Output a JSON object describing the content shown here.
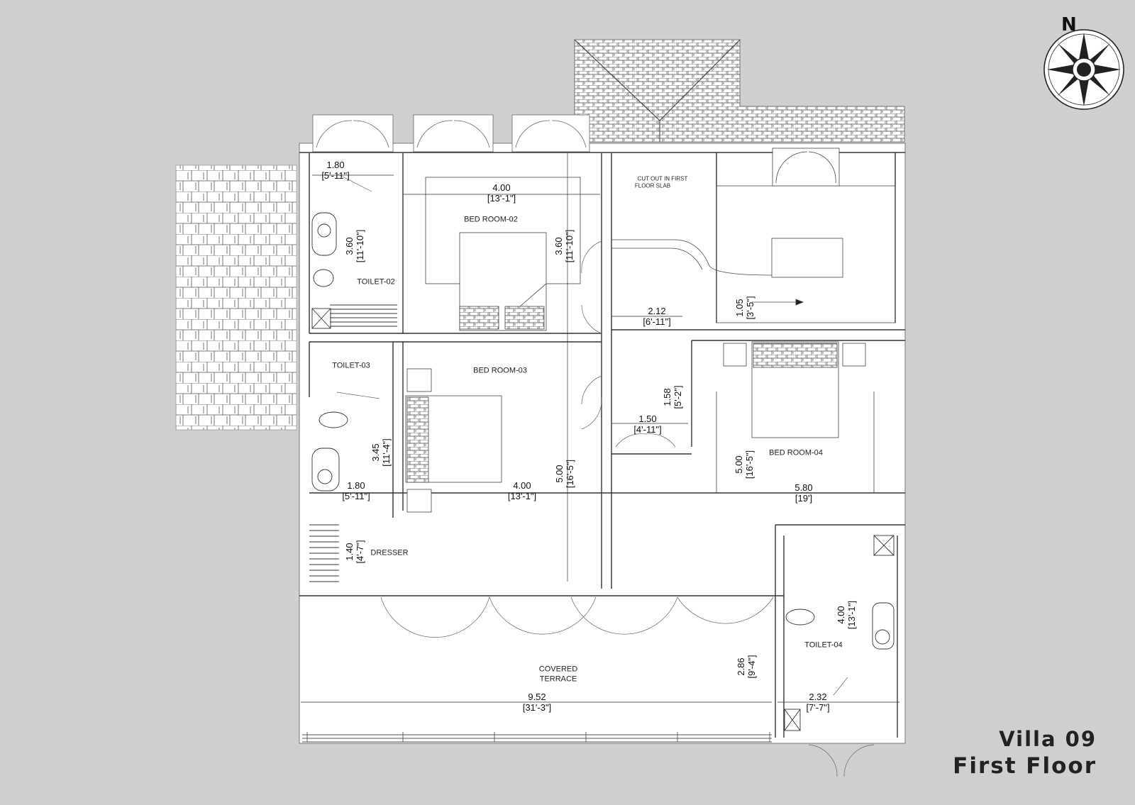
{
  "title": {
    "line1": "Villa 09",
    "line2": "First Floor"
  },
  "compass": {
    "north": "N"
  },
  "rooms": {
    "bed2": "BED ROOM-02",
    "bed3": "BED ROOM-03",
    "bed4": "BED ROOM-04",
    "toilet2": "TOILET-02",
    "toilet3": "TOILET-03",
    "toilet4": "TOILET-04",
    "dresser": "DRESSER",
    "terrace1": "COVERED",
    "terrace2": "TERRACE",
    "cutout1": "CUT OUT IN FIRST",
    "cutout2": "FLOOR SLAB"
  },
  "dims": {
    "t2_w": {
      "m": "1.80",
      "ft": "[5'-11\"]"
    },
    "t2_h": {
      "m": "3.60",
      "ft": "[11'-10\"]"
    },
    "b2_w": {
      "m": "4.00",
      "ft": "[13'-1\"]"
    },
    "b2_h": {
      "m": "3.60",
      "ft": "[11'-10\"]"
    },
    "lobby_w": {
      "m": "2.12",
      "ft": "[6'-11\"]"
    },
    "stair_h": {
      "m": "1.05",
      "ft": "[3'-5\"]"
    },
    "pass_h": {
      "m": "1.58",
      "ft": "[5'-2\"]"
    },
    "pass_w": {
      "m": "1.50",
      "ft": "[4'-11\"]"
    },
    "t3_h": {
      "m": "3.45",
      "ft": "[11'-4\"]"
    },
    "t3_w": {
      "m": "1.80",
      "ft": "[5'-11\"]"
    },
    "b3_w": {
      "m": "4.00",
      "ft": "[13'-1\"]"
    },
    "b3_h": {
      "m": "5.00",
      "ft": "[16'-5\"]"
    },
    "b4_h": {
      "m": "5.00",
      "ft": "[16'-5\"]"
    },
    "b4_w": {
      "m": "5.80",
      "ft": "[19']"
    },
    "dr_h": {
      "m": "1.40",
      "ft": "[4'-7\"]"
    },
    "t4_h": {
      "m": "4.00",
      "ft": "[13'-1\"]"
    },
    "ter_h": {
      "m": "2.86",
      "ft": "[9'-4\"]"
    },
    "ter_w": {
      "m": "9.52",
      "ft": "[31'-3\"]"
    },
    "t4_w": {
      "m": "2.32",
      "ft": "[7'-7\"]"
    }
  }
}
